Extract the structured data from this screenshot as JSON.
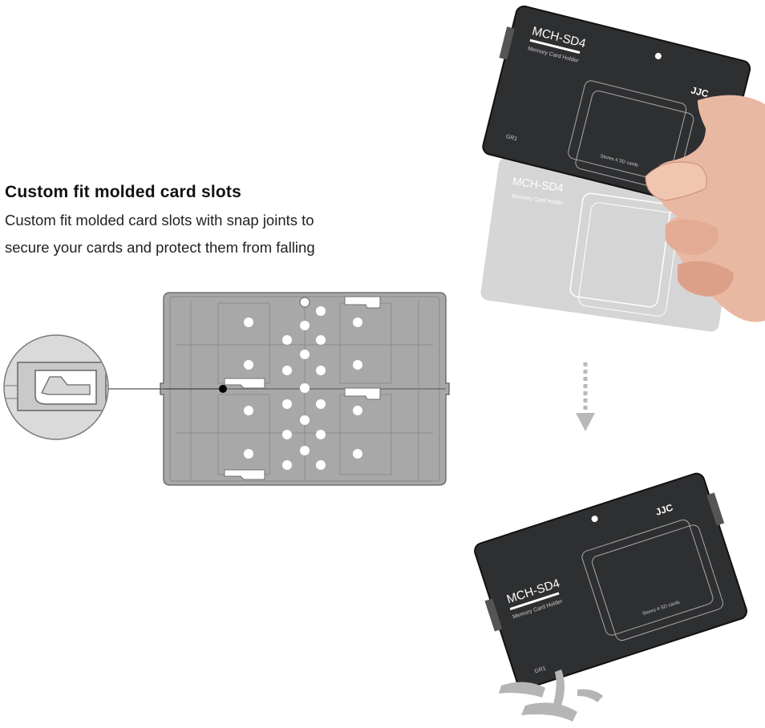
{
  "feature": {
    "title": "Custom fit molded card slots",
    "body_line1": "Custom fit molded card slots with snap joints to",
    "body_line2": "secure your cards and protect them from falling"
  },
  "product": {
    "model": "MCH-SD4",
    "subtitle": "Memory Card Holder",
    "brand": "JJC",
    "color_code": "GR1",
    "stores_text": "Stores 4 SD cards"
  },
  "colors": {
    "holder_diagram": "#a6a6a6",
    "holder_dark": "#2e2f31",
    "arrow": "#b9b9b9"
  },
  "icons": [
    "down-arrow-icon",
    "zoom-callout-icon"
  ]
}
